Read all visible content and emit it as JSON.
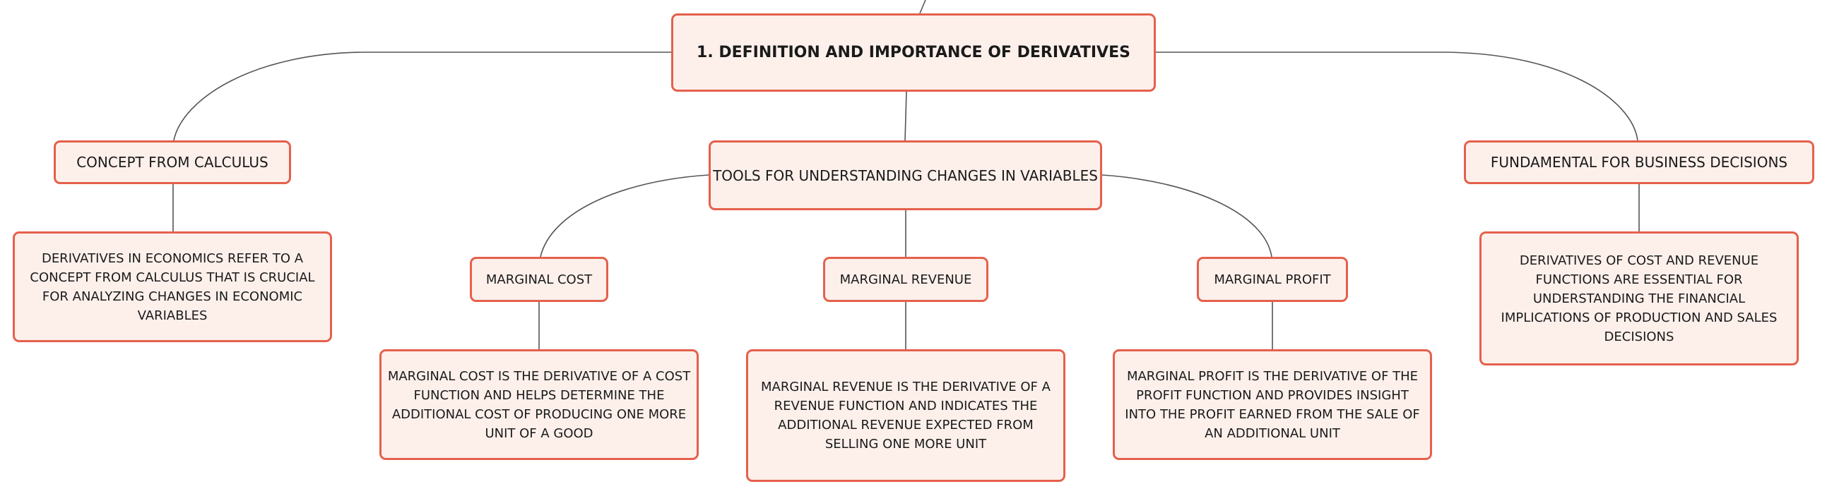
{
  "colors": {
    "node_fill": "#fdf0eb",
    "node_border": "#e5604c",
    "connector": "#555555",
    "text": "#1a1a1a"
  },
  "root": {
    "label": "1. DEFINITION AND IMPORTANCE OF DERIVATIVES"
  },
  "branches": {
    "concept": {
      "label": "CONCEPT FROM CALCULUS",
      "description": "DERIVATIVES IN ECONOMICS REFER TO A CONCEPT FROM CALCULUS THAT IS CRUCIAL FOR ANALYZING CHANGES IN ECONOMIC VARIABLES"
    },
    "tools": {
      "label": "TOOLS FOR UNDERSTANDING CHANGES IN VARIABLES",
      "children": {
        "marginal_cost": {
          "label": "MARGINAL COST",
          "description": "MARGINAL COST IS THE DERIVATIVE OF A COST FUNCTION AND HELPS DETERMINE THE ADDITIONAL COST OF PRODUCING ONE MORE UNIT OF A GOOD"
        },
        "marginal_revenue": {
          "label": "MARGINAL REVENUE",
          "description": "MARGINAL REVENUE IS THE DERIVATIVE OF A REVENUE FUNCTION AND INDICATES THE ADDITIONAL REVENUE EXPECTED FROM SELLING ONE MORE UNIT"
        },
        "marginal_profit": {
          "label": "MARGINAL PROFIT",
          "description": "MARGINAL PROFIT IS THE DERIVATIVE OF THE PROFIT FUNCTION AND PROVIDES INSIGHT INTO THE PROFIT EARNED FROM THE SALE OF AN ADDITIONAL UNIT"
        }
      }
    },
    "business": {
      "label": "FUNDAMENTAL FOR BUSINESS DECISIONS",
      "description": "DERIVATIVES OF COST AND REVENUE FUNCTIONS ARE ESSENTIAL FOR UNDERSTANDING THE FINANCIAL IMPLICATIONS OF PRODUCTION AND SALES DECISIONS"
    }
  }
}
